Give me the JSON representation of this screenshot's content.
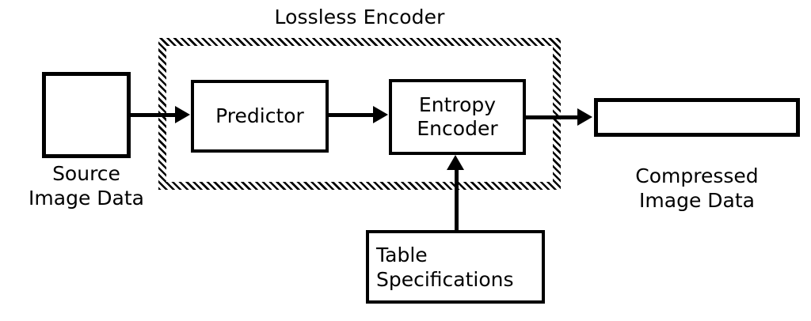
{
  "diagram": {
    "title": "Lossless Encoder",
    "enclosure": {
      "label": "Lossless Encoder",
      "style": "hatched-dashed-border"
    },
    "nodes": {
      "source": {
        "caption": "Source\nImage Data",
        "shape": "rectangle"
      },
      "predictor": {
        "label": "Predictor",
        "shape": "rectangle"
      },
      "entropy_encoder": {
        "label": "Entropy\nEncoder",
        "shape": "rectangle"
      },
      "compressed": {
        "caption": "Compressed\nImage Data",
        "shape": "rectangle"
      },
      "table_specifications": {
        "label": "Table\nSpecifications",
        "shape": "rectangle"
      }
    },
    "edges": [
      {
        "from": "source",
        "to": "predictor",
        "direction": "right"
      },
      {
        "from": "predictor",
        "to": "entropy_encoder",
        "direction": "right"
      },
      {
        "from": "entropy_encoder",
        "to": "compressed",
        "direction": "right"
      },
      {
        "from": "table_specifications",
        "to": "entropy_encoder",
        "direction": "up"
      }
    ],
    "colors": {
      "stroke": "#000000",
      "background": "#ffffff"
    }
  }
}
